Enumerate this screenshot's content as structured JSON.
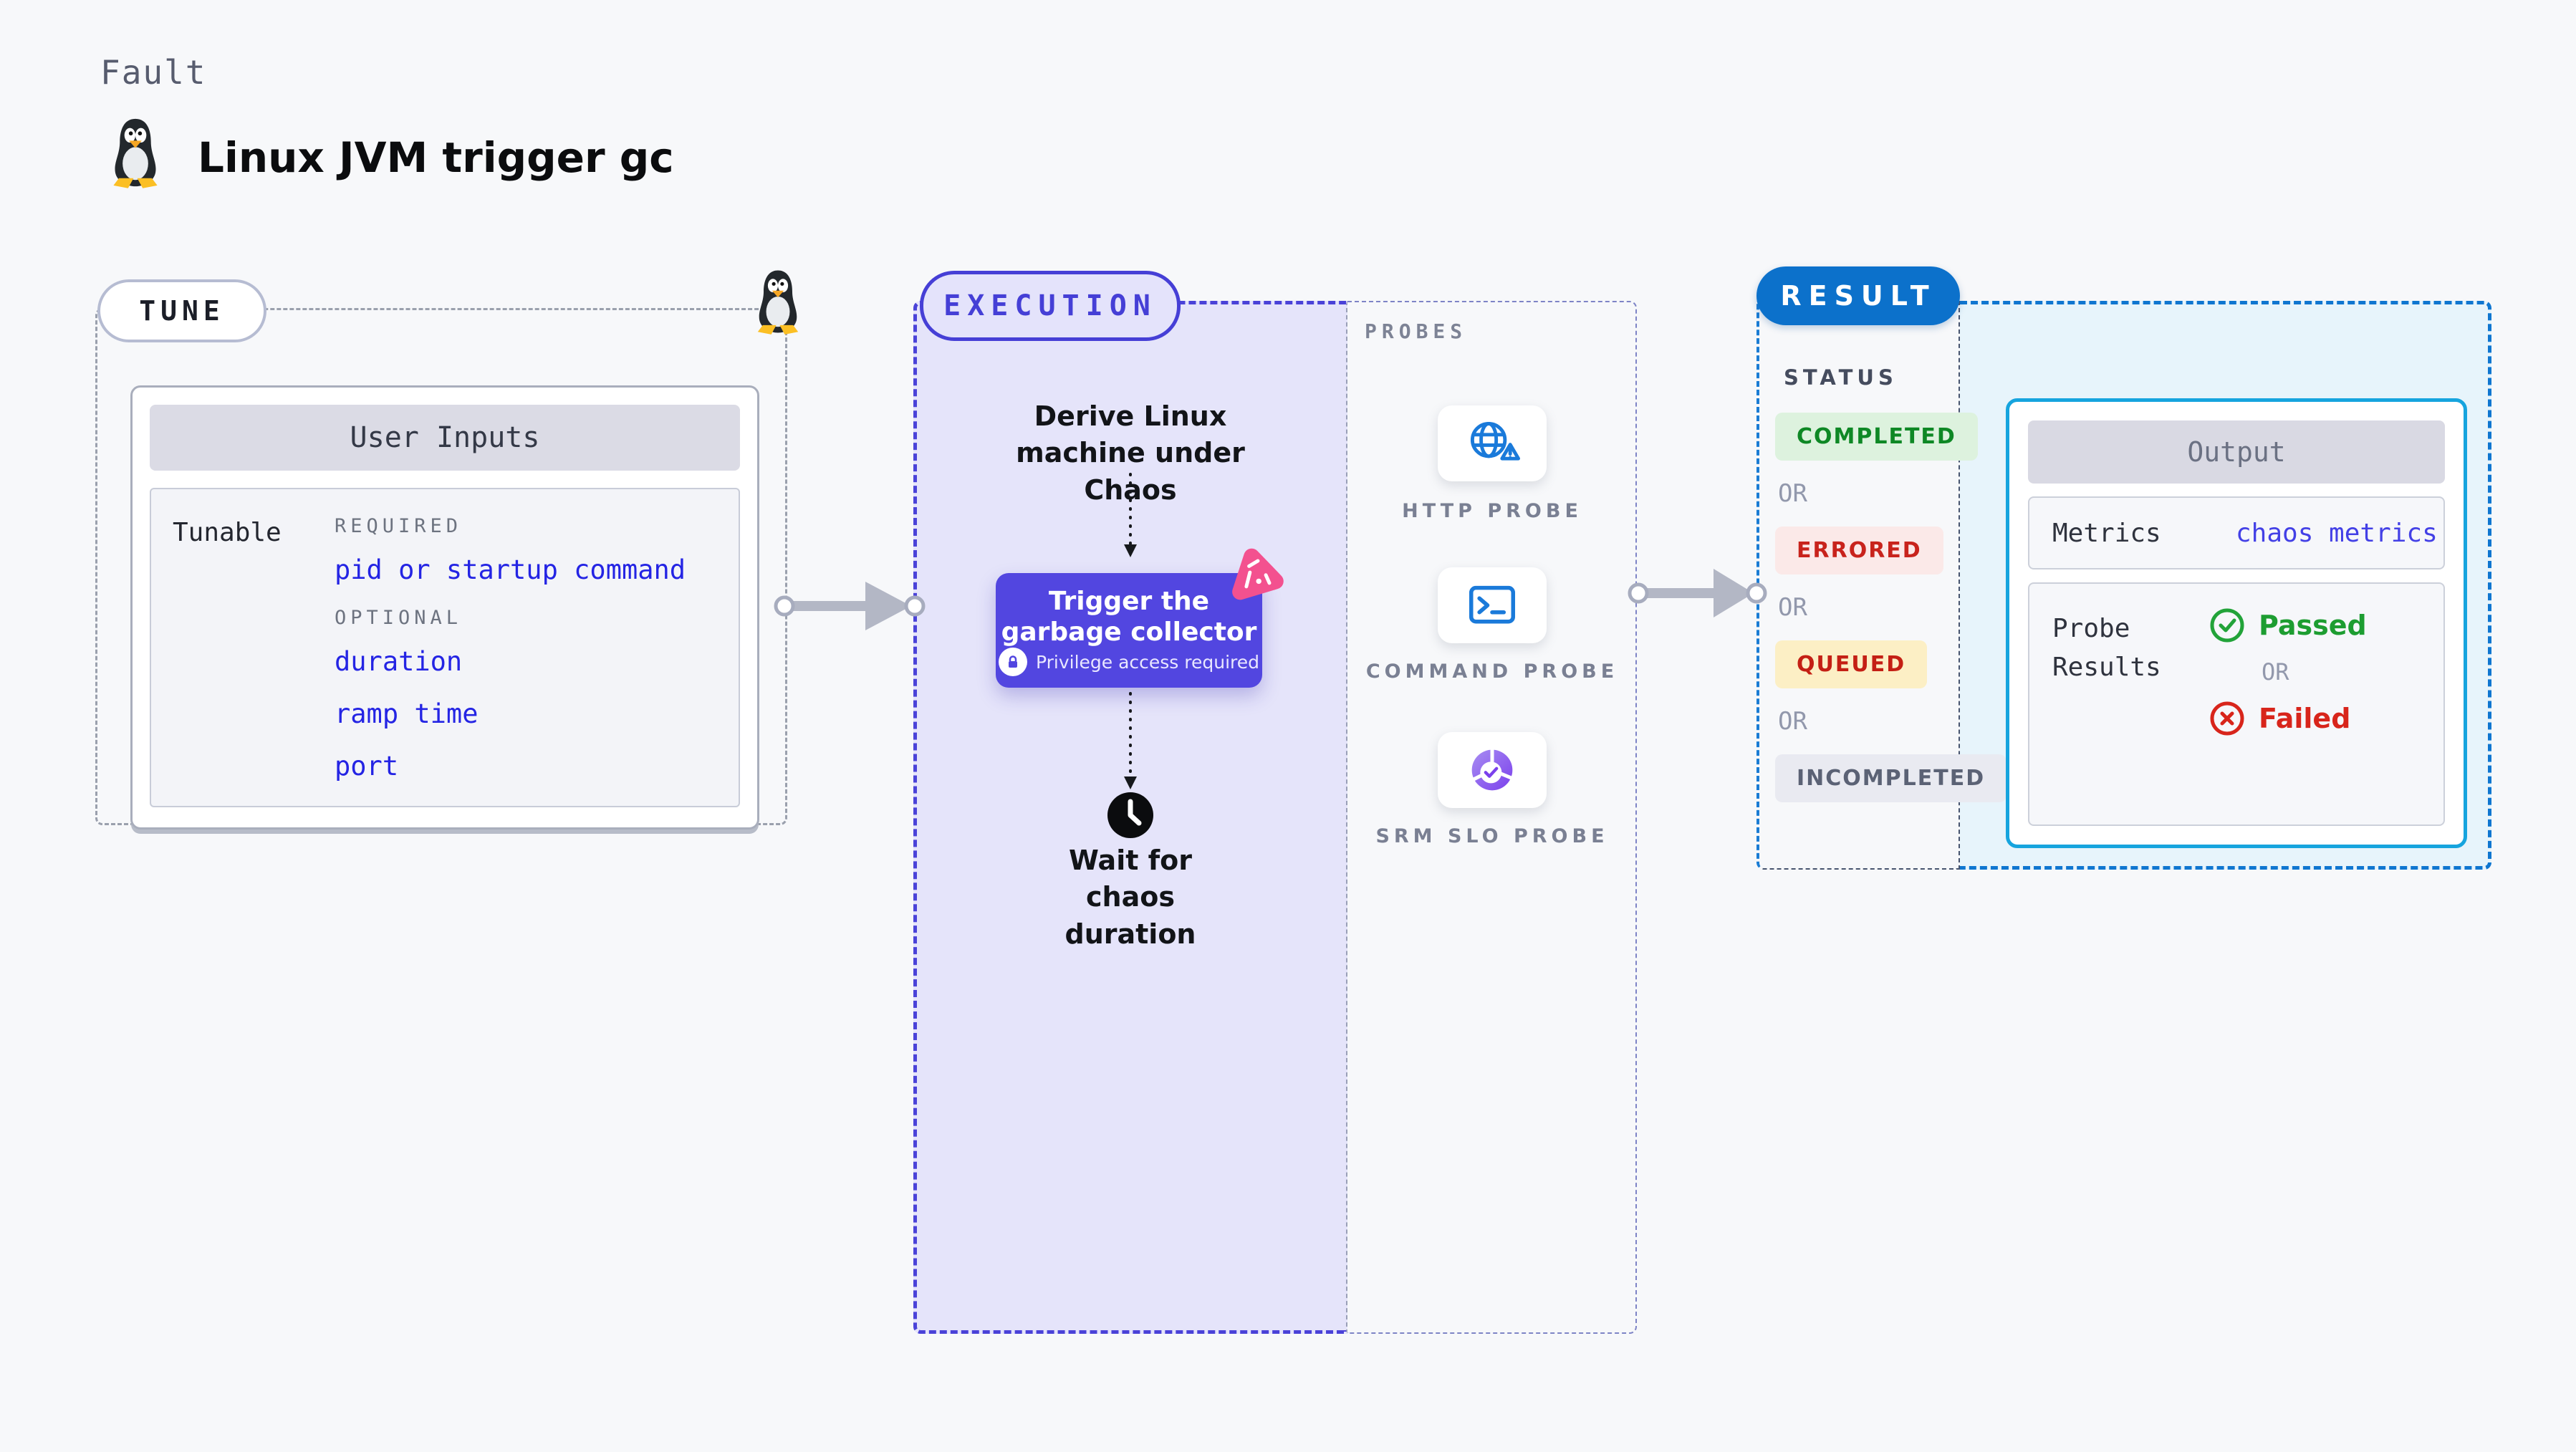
{
  "header": {
    "kicker": "Fault",
    "title": "Linux JVM trigger gc",
    "logo": "tux-penguin-icon"
  },
  "tune": {
    "pill_label": "TUNE",
    "card": {
      "title": "User Inputs",
      "row_label": "Tunable",
      "required_label": "REQUIRED",
      "required_params": [
        "pid or startup command"
      ],
      "optional_label": "OPTIONAL",
      "optional_params": [
        "duration",
        "ramp time",
        "port"
      ]
    }
  },
  "execution": {
    "pill_label": "EXECUTION",
    "steps": {
      "derive": "Derive Linux machine under Chaos",
      "action": "Trigger the garbage collector",
      "action_note": "Privilege access required",
      "wait": "Wait for chaos duration"
    },
    "probes": {
      "title": "PROBES",
      "items": [
        {
          "label": "HTTP PROBE",
          "icon": "globe-alert-icon"
        },
        {
          "label": "COMMAND PROBE",
          "icon": "terminal-icon"
        },
        {
          "label": "SRM SLO PROBE",
          "icon": "slo-pie-icon"
        }
      ]
    }
  },
  "result": {
    "pill_label": "RESULT",
    "status": {
      "title": "STATUS",
      "or_label": "OR",
      "badges": [
        {
          "label": "COMPLETED",
          "color": "#0e8825",
          "background": "#ddf2de"
        },
        {
          "label": "ERRORED",
          "color": "#c8231c",
          "background": "#fbe9e8"
        },
        {
          "label": "QUEUED",
          "color": "#c41f14",
          "background": "#fcefc5"
        },
        {
          "label": "INCOMPLETED",
          "color": "#5b6275",
          "background": "#e9eaf1"
        }
      ]
    },
    "output": {
      "title": "Output",
      "metrics_label": "Metrics",
      "metrics_link": "chaos metrics",
      "probe_results_label": "Probe Results",
      "passed_label": "Passed",
      "failed_label": "Failed",
      "passed_color": "#1d9d31",
      "failed_color": "#d8251b"
    }
  },
  "colors": {
    "page_background": "#f7f8fa",
    "execution_accent": "#463fd6",
    "execution_fill": "#e5e4fa",
    "action_card": "#5246e0",
    "result_accent": "#0c71cb",
    "result_fill": "#e7f4fb",
    "link_blue": "#2424e4",
    "probe_icon_blue": "#1a7ada",
    "chaos_badge_pink": "#f3518f"
  }
}
